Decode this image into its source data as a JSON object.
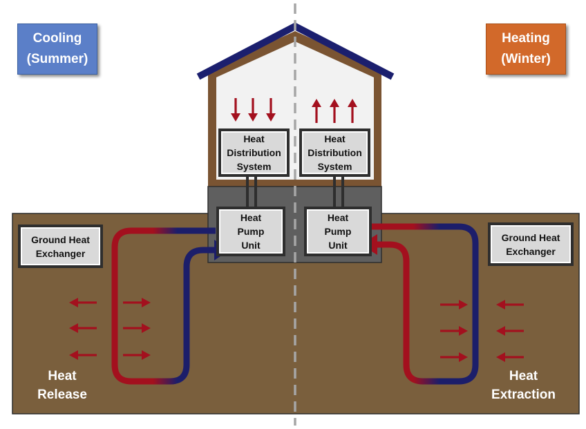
{
  "seasons": {
    "cooling": {
      "line1": "Cooling",
      "line2": "(Summer)",
      "color": "#5b7fc8"
    },
    "heating": {
      "line1": "Heating",
      "line2": "(Winter)",
      "color": "#d2692a"
    }
  },
  "house": {
    "left_distribution": {
      "line1": "Heat",
      "line2": "Distribution",
      "line3": "System"
    },
    "right_distribution": {
      "line1": "Heat",
      "line2": "Distribution",
      "line3": "System"
    },
    "left_pump": {
      "line1": "Heat",
      "line2": "Pump",
      "line3": "Unit"
    },
    "right_pump": {
      "line1": "Heat",
      "line2": "Pump",
      "line3": "Unit"
    },
    "roof_color": "#1b1f6e",
    "wall_color": "#7a5432",
    "basement_color": "#5f5f5f"
  },
  "ground": {
    "color": "#7a5f3d",
    "left_exchanger": {
      "line1": "Ground Heat",
      "line2": "Exchanger"
    },
    "right_exchanger": {
      "line1": "Ground Heat",
      "line2": "Exchanger"
    },
    "left_label": {
      "line1": "Heat",
      "line2": "Release"
    },
    "right_label": {
      "line1": "Heat",
      "line2": "Extraction"
    }
  },
  "colors": {
    "hot_pipe": "#a3101e",
    "cold_pipe": "#1c1e6a",
    "arrow": "#a3101e"
  }
}
